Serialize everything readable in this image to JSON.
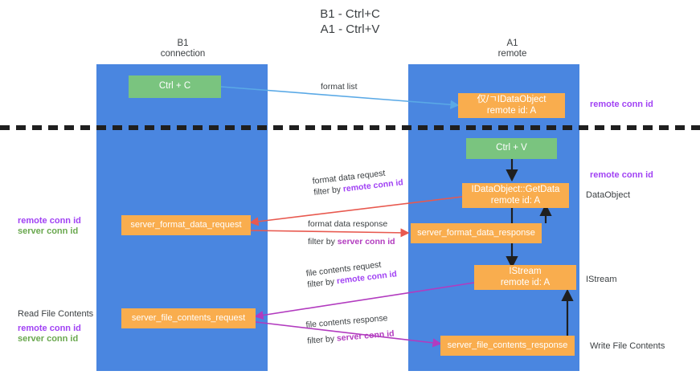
{
  "title": "B1 - Ctrl+C\nA1 - Ctrl+V",
  "columns": {
    "left": "B1\nconnection",
    "right": "A1\nremote"
  },
  "nodes": {
    "ctrl_c": "Ctrl + C",
    "ctrl_v": "Ctrl + V",
    "idataobject": "仅/ㄱIDataObject\nremote id: A",
    "getdata": "IDataObject::GetData\nremote id: A",
    "istream": "IStream\nremote id: A",
    "server_format_data_request": "server_format_data_request",
    "server_format_data_response": "server_format_data_response",
    "server_file_contents_request": "server_file_contents_request",
    "server_file_contents_response": "server_file_contents_response"
  },
  "captions": {
    "format_list": "format list",
    "format_data_request": "format data request",
    "format_data_request_filter_prefix": "filter by ",
    "format_data_request_filter_key": "remote conn id",
    "format_data_response": "format data response",
    "format_data_response_filter_prefix": "filter by ",
    "format_data_response_filter_key": "server conn id",
    "file_contents_request": "file contents request",
    "file_contents_request_filter_prefix": "filter by ",
    "file_contents_request_filter_key": "remote conn id",
    "file_contents_response": "file contents response",
    "file_contents_response_filter_prefix": "filter by ",
    "file_contents_response_filter_key": "server conn id"
  },
  "annotations": {
    "right_remote_conn_id_top": "remote conn id",
    "right_remote_conn_id_mid": "remote conn id",
    "right_dataobject": "DataObject",
    "right_istream": "IStream",
    "right_write_file_contents": "Write File Contents",
    "left_remote_conn_id": "remote conn id",
    "left_server_conn_id": "server conn id",
    "left_read_file_contents": "Read File Contents",
    "left_remote_conn_id_2": "remote conn id",
    "left_server_conn_id_2": "server conn id"
  },
  "colors": {
    "lane": "#4a86e0",
    "green_node": "#7ac47f",
    "orange_node": "#f9ad4e",
    "purple": "#a142f4",
    "green_text": "#6aa84f",
    "magenta": "#b23bbf",
    "blue_arrow": "#5aa9e6",
    "red_arrow": "#e8594f",
    "black_arrow": "#1f1f1f",
    "separator": "#1f1f1f",
    "background": "#ffffff"
  }
}
